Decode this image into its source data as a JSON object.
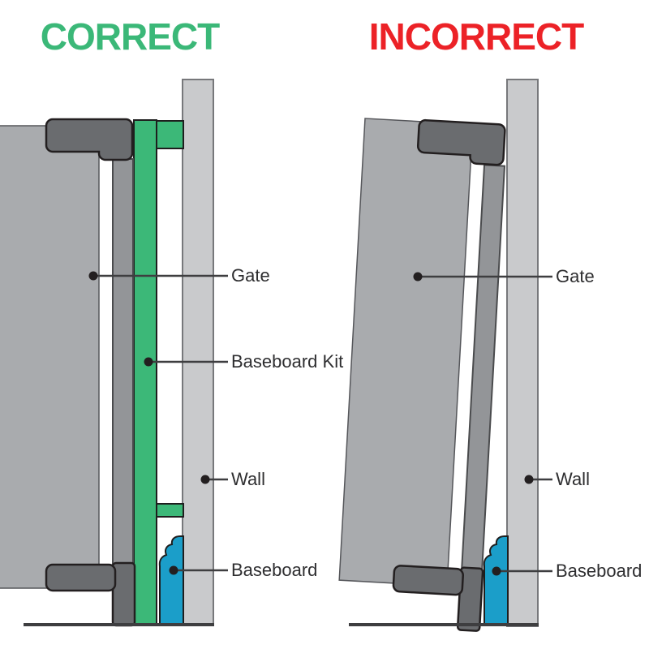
{
  "panels": {
    "correct": {
      "title": "CORRECT",
      "title_color": "#3BB878",
      "labels": {
        "gate": "Gate",
        "baseboard_kit": "Baseboard Kit",
        "wall": "Wall",
        "baseboard": "Baseboard"
      }
    },
    "incorrect": {
      "title": "INCORRECT",
      "title_color": "#EC2227",
      "labels": {
        "gate": "Gate",
        "wall": "Wall",
        "baseboard": "Baseboard"
      }
    }
  },
  "colors": {
    "gate_panel": "#A9ABAE",
    "gate_post": "#939598",
    "clamp": "#6A6C6F",
    "wall": "#C9CACC",
    "baseboard_kit_green": "#3CB878",
    "baseboard_blue": "#1B9EC9",
    "outline_dark": "#231F20",
    "floor_line": "#3E3E40",
    "label_text": "#2E2E30"
  }
}
